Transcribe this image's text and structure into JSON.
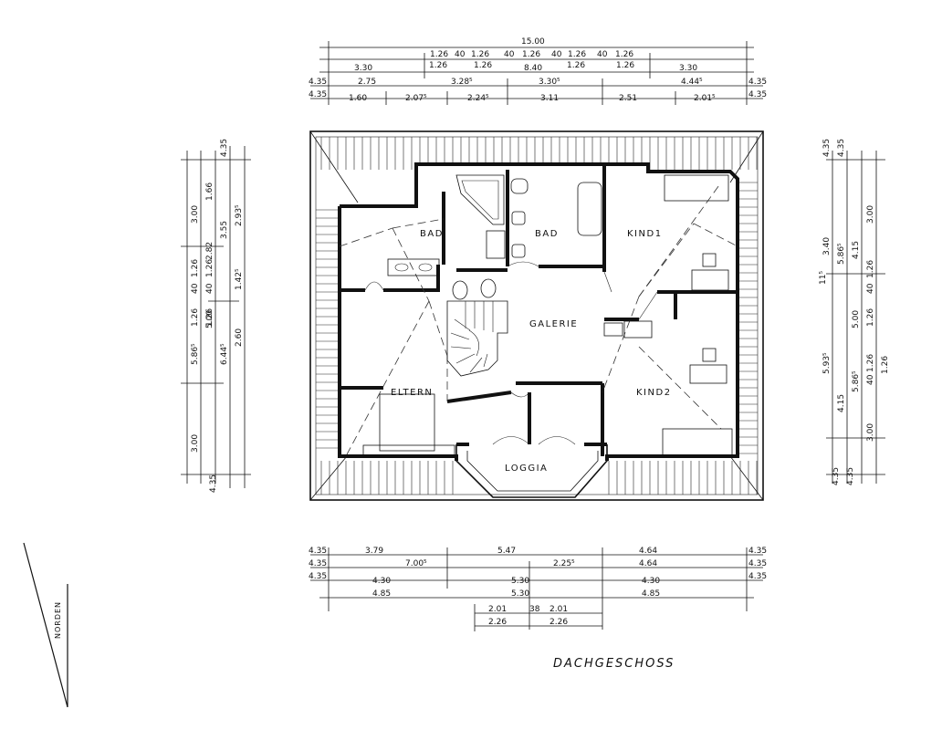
{
  "title": "DACHGESCHOSS",
  "north_label": "NORDEN",
  "rooms": {
    "bad1": "BAD",
    "bad2": "BAD",
    "kind1": "KIND1",
    "galerie": "GALERIE",
    "eltern": "ELTERN",
    "kind2": "KIND2",
    "loggia": "LOGGIA"
  },
  "dims_top": {
    "total": "15.00",
    "row1": [
      "1.26",
      "40",
      "1.26",
      "40",
      "1.26",
      "40",
      "1.26",
      "40",
      "1.26"
    ],
    "row2": [
      "3.30",
      "1.26",
      "1.26",
      "8.40",
      "1.26",
      "1.26",
      "3.30"
    ],
    "row3": [
      "4.35",
      "2.75",
      "3.28⁵",
      "3.30⁵",
      "4.44⁵",
      "4.35"
    ],
    "row4": [
      "4.35",
      "1.60",
      "2.07⁵",
      "2.24⁵",
      "3.11",
      "2.51",
      "2.01⁵",
      "4.35"
    ]
  },
  "dims_bottom": {
    "row1": [
      "4.35",
      "3.79",
      "5.47",
      "4.64",
      "4.35"
    ],
    "row2": [
      "4.35",
      "7.00⁵",
      "2.25⁵",
      "4.64",
      "4.35"
    ],
    "row3": [
      "4.35",
      "4.30",
      "5.30",
      "4.30",
      "4.35"
    ],
    "row4": [
      "4.85",
      "5.30",
      "4.85"
    ],
    "row5": [
      "2.01",
      "38",
      "2.01"
    ],
    "row6": [
      "2.26",
      "2.26"
    ]
  },
  "dims_left": {
    "outer": [
      "3.00",
      "1.26",
      "40",
      "1.26",
      "5.86⁵",
      "3.00"
    ],
    "mid": [
      "1.66",
      "3.55",
      "1.26",
      "40",
      "1.26",
      "6.44⁵",
      "2.60"
    ],
    "inner": [
      "2.93⁵",
      "2.82",
      "1.42⁵",
      "5.00"
    ],
    "edge": [
      "4.35",
      "4.35"
    ]
  },
  "dims_right": {
    "outer": [
      "3.40",
      "5.86⁵",
      "5.93⁵",
      "4.15"
    ],
    "mid": [
      "4.15",
      "5.00",
      "5.86⁵"
    ],
    "inner": [
      "3.00",
      "1.26",
      "40",
      "1.26",
      "1.26",
      "40",
      "1.26",
      "3.00"
    ],
    "edge": [
      "4.35",
      "4.35",
      "4.35",
      "4.35"
    ]
  },
  "small_marks": [
    "11⁵"
  ]
}
